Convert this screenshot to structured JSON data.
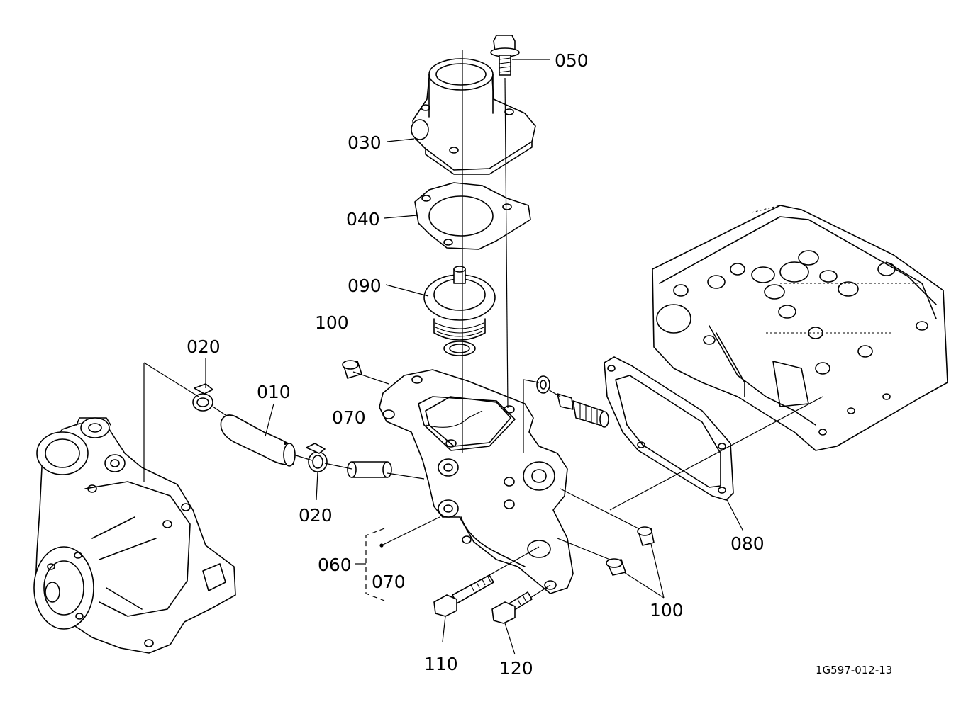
{
  "labels": {
    "p010": "010",
    "p020a": "020",
    "p020b": "020",
    "p030": "030",
    "p040": "040",
    "p050": "050",
    "p060": "060",
    "p070a": "070",
    "p070b": "070",
    "p080": "080",
    "p090": "090",
    "p100a": "100",
    "p100b": "100",
    "p110": "110",
    "p120": "120"
  },
  "drawing_ref": "1G597-012-13"
}
